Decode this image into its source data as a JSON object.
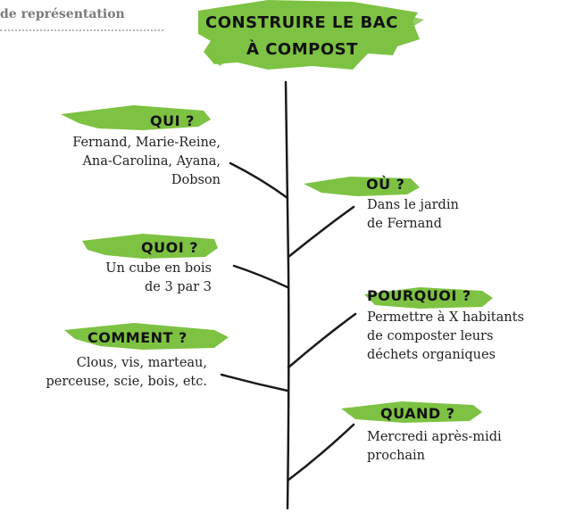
{
  "header": {
    "section_label": "de représentation"
  },
  "title": {
    "line1": "CONSTRUIRE LE BAC",
    "line2": "À COMPOST"
  },
  "questions": {
    "qui": {
      "label": "QUI ?",
      "lines": [
        "Fernand, Marie-Reine,",
        "Ana-Carolina, Ayana,",
        "Dobson"
      ]
    },
    "quoi": {
      "label": "QUOI ?",
      "lines": [
        "Un cube en bois",
        "de 3 par 3"
      ]
    },
    "comment": {
      "label": "COMMENT ?",
      "lines": [
        "Clous, vis, marteau,",
        "perceuse, scie, bois, etc."
      ]
    },
    "ou": {
      "label": "OÙ ?",
      "lines": [
        "Dans le jardin",
        "de Fernand"
      ]
    },
    "pourquoi": {
      "label": "POURQUOI ?",
      "lines": [
        "Permettre à X habitants",
        "de composter leurs",
        "déchets organiques"
      ]
    },
    "quand": {
      "label": "QUAND ?",
      "lines": [
        "Mercredi après-midi",
        "prochain"
      ]
    }
  },
  "colors": {
    "accent_green": "#7dc242",
    "ink": "#1a1a1a",
    "text": "#222222",
    "muted": "#7a7a7a"
  }
}
